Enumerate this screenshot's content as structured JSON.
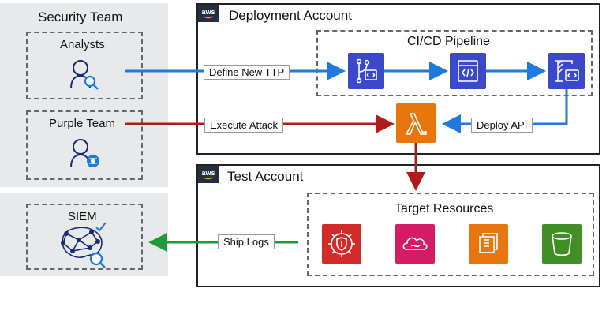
{
  "security_team": {
    "title": "Security Team",
    "analysts_label": "Analysts",
    "purple_team_label": "Purple Team"
  },
  "siem": {
    "label": "SIEM"
  },
  "deployment_account": {
    "aws_badge": "aws",
    "title": "Deployment Account",
    "pipeline_title": "CI/CD Pipeline"
  },
  "test_account": {
    "aws_badge": "aws",
    "title": "Test Account",
    "target_title": "Target Resources"
  },
  "arrows": {
    "define_ttp": "Define New TTP",
    "execute_attack": "Execute Attack",
    "deploy_api": "Deploy API",
    "ship_logs": "Ship Logs"
  },
  "colors": {
    "blue": "#1f7ae0",
    "red": "#b01c1c",
    "green": "#1f9a3b",
    "pipeline_blue": "#3b48cc",
    "lambda_orange": "#e8760d",
    "shield_red": "#d42a2a",
    "cloud_pink": "#d41b63",
    "ec2_orange": "#e8760d",
    "s3_green": "#3f8f24"
  }
}
